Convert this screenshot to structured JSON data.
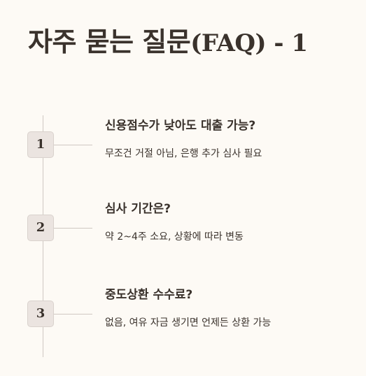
{
  "page": {
    "title_main": "자주 묻는 질문",
    "title_latin": "(FAQ) - 1"
  },
  "faq": [
    {
      "number": "1",
      "question": "신용점수가 낮아도 대출 가능?",
      "answer": "무조건 거절 아님, 은행 추가 심사 필요"
    },
    {
      "number": "2",
      "question": "심사 기간은?",
      "answer": "약 2~4주 소요, 상황에 따라 변동"
    },
    {
      "number": "3",
      "question": "중도상환 수수료?",
      "answer": "없음, 여유 자금 생기면 언제든 상환 가능"
    }
  ],
  "colors": {
    "background": "#fdfaf5",
    "text": "#3a322c",
    "badge_fill": "#ebe4e0",
    "line": "#cfc8c2"
  }
}
